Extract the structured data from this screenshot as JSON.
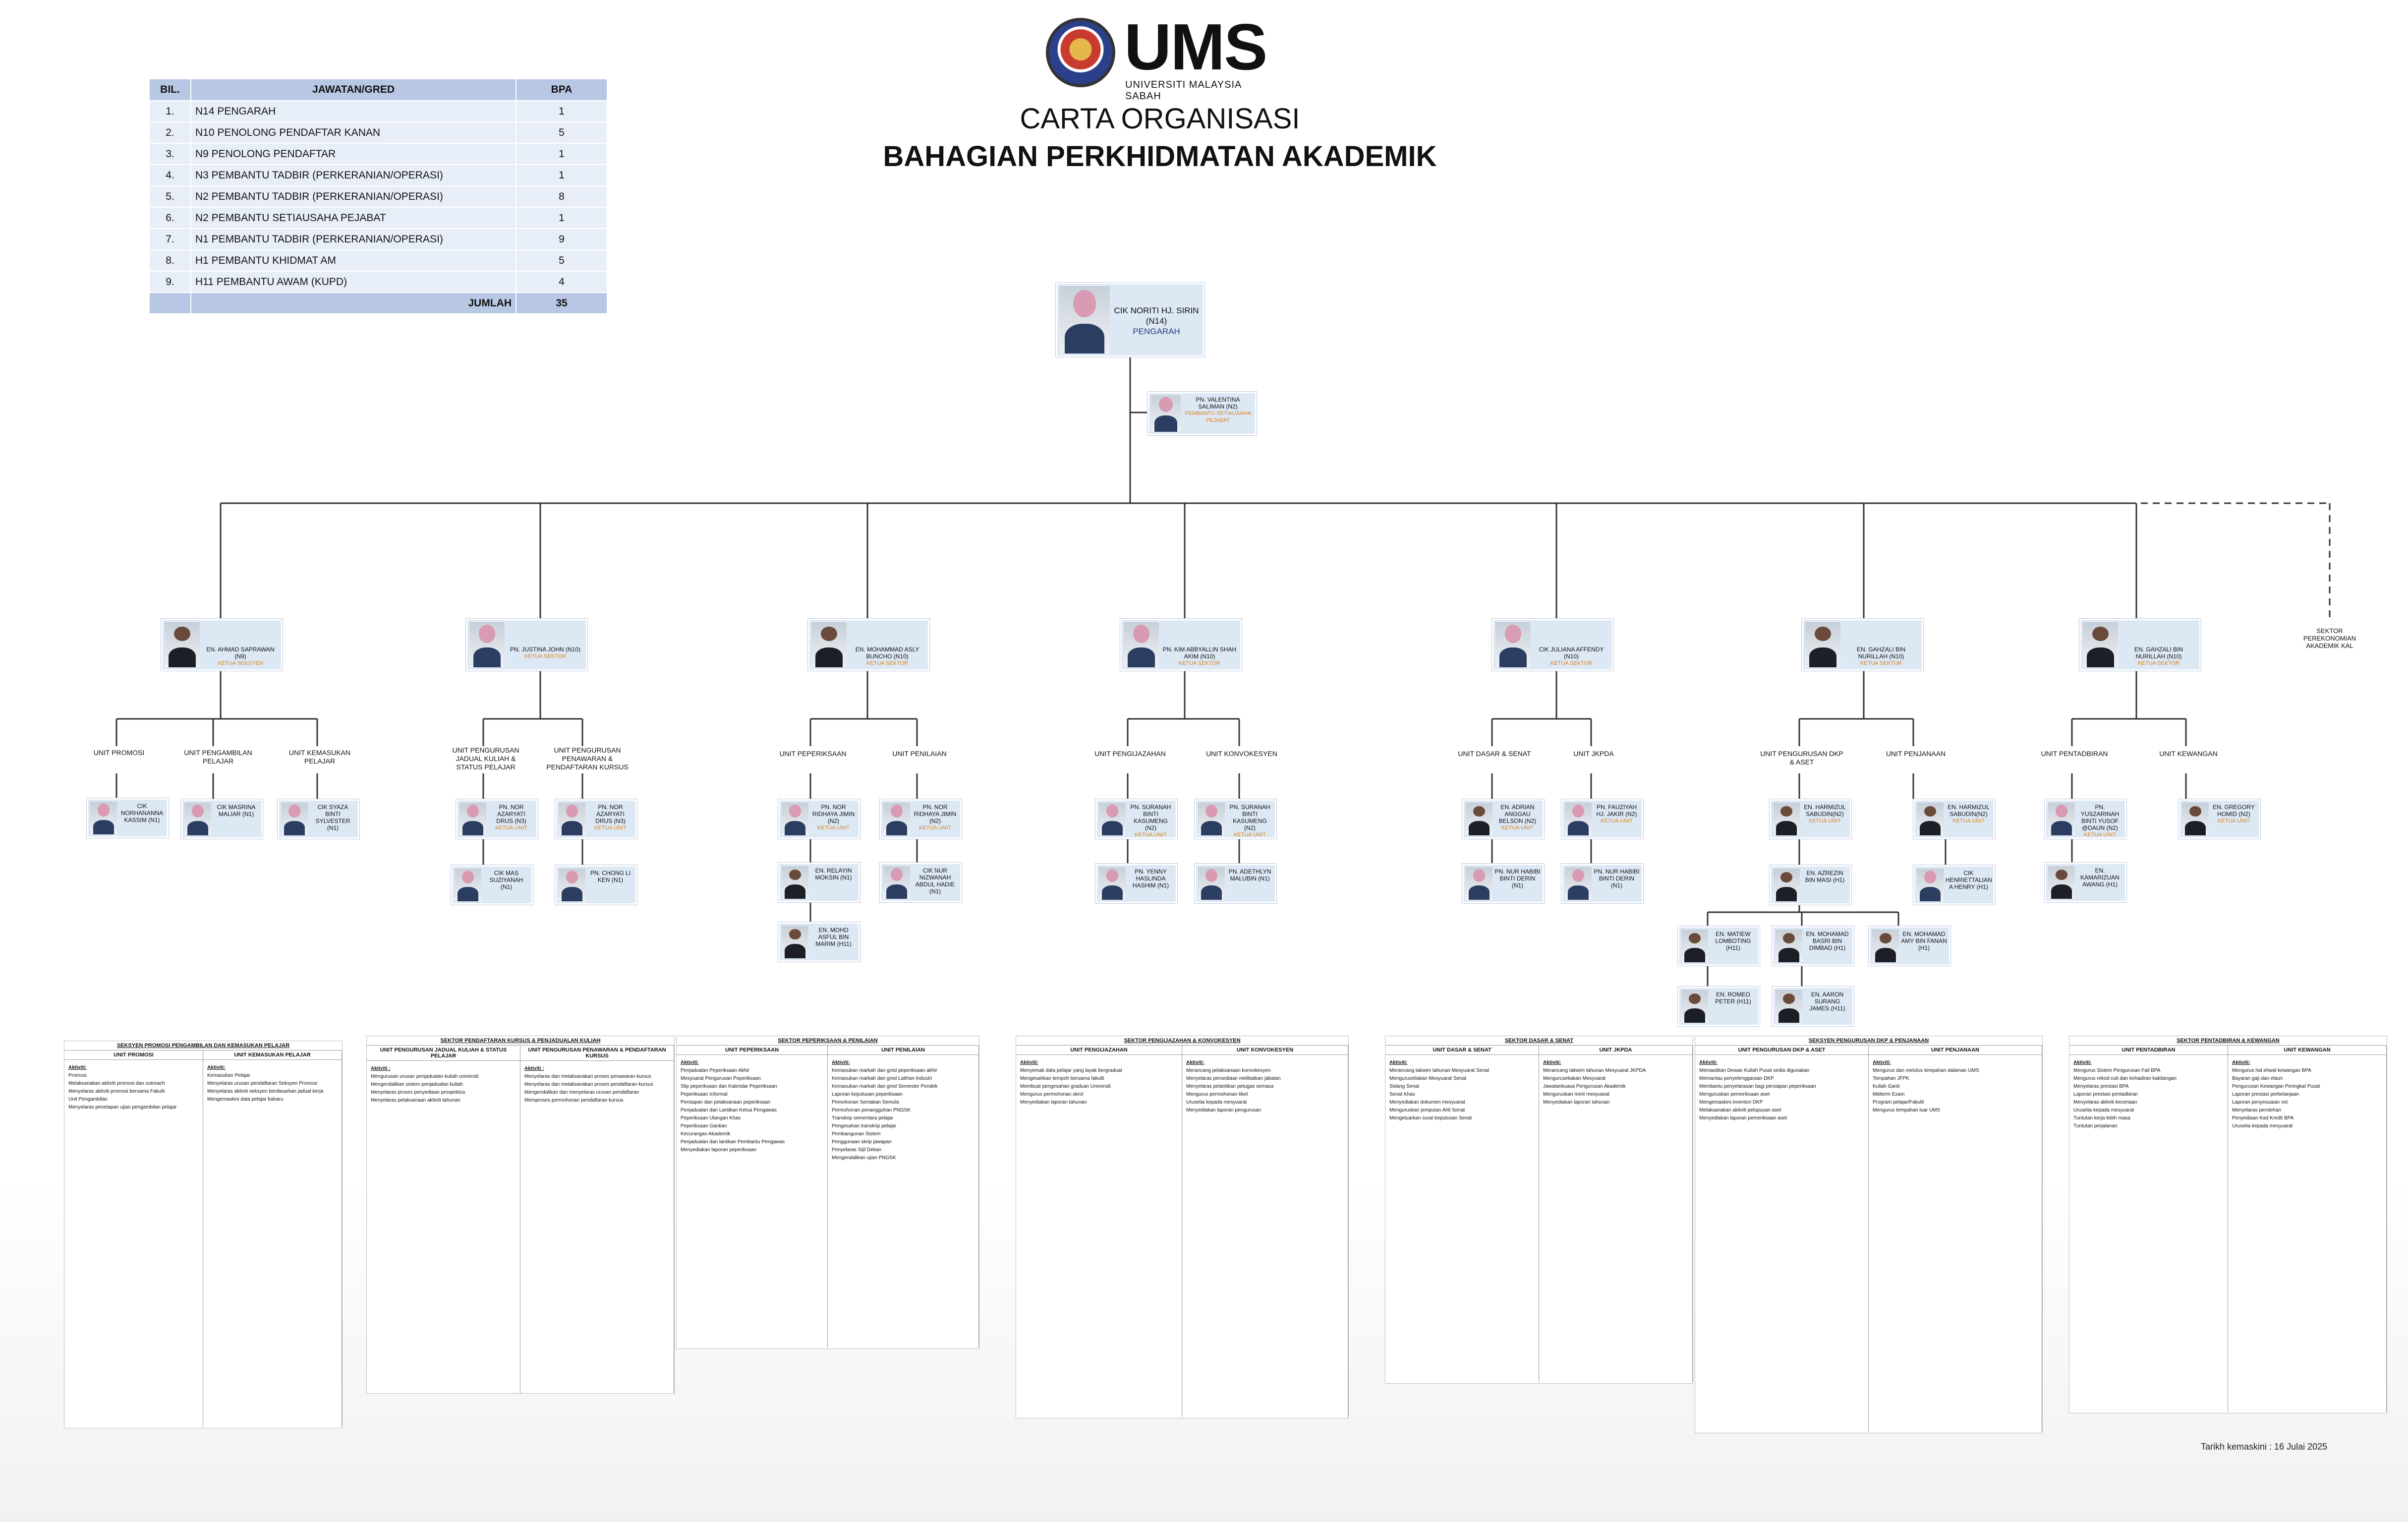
{
  "header": {
    "logo_text": "UMS",
    "logo_sub": "UNIVERSITI MALAYSIA SABAH",
    "title1": "CARTA ORGANISASI",
    "title2": "BAHAGIAN PERKHIDMATAN AKADEMIK"
  },
  "staff_table": {
    "headers": [
      "BIL.",
      "JAWATAN/GRED",
      "BPA"
    ],
    "rows": [
      [
        "1.",
        "N14 PENGARAH",
        "1"
      ],
      [
        "2.",
        "N10 PENOLONG PENDAFTAR KANAN",
        "5"
      ],
      [
        "3.",
        "N9 PENOLONG PENDAFTAR",
        "1"
      ],
      [
        "4.",
        "N3 PEMBANTU TADBIR (PERKERANIAN/OPERASI)",
        "1"
      ],
      [
        "5.",
        "N2 PEMBANTU TADBIR (PERKERANIAN/OPERASI)",
        "8"
      ],
      [
        "6.",
        "N2 PEMBANTU SETIAUSAHA PEJABAT",
        "1"
      ],
      [
        "7.",
        "N1 PEMBANTU TADBIR (PERKERANIAN/OPERASI)",
        "9"
      ],
      [
        "8.",
        "H1 PEMBANTU KHIDMAT AM",
        "5"
      ],
      [
        "9.",
        "H11 PEMBANTU AWAM (KUPD)",
        "4"
      ]
    ],
    "total_label": "JUMLAH",
    "total": "35"
  },
  "director": {
    "name": "CIK NORITI HJ. SIRIN (N14)",
    "role": "PENGARAH"
  },
  "secretary": {
    "name": "PN. VALENTINA SALIMAN (N2)",
    "role": "PEMBANTU SETIAUSAHA PEJABAT"
  },
  "sectors": [
    {
      "title": "SEKSYEN PROMOSI PENGAMBILAN & KEMASUKAN PELAJAR",
      "name": "EN. AHMAD SAPRAWAN (N9)",
      "role": "KETUA SEKSYEN"
    },
    {
      "title": "SEKTOR PENDAFTARAN KURSUS & PENJADUALAN KULIAH",
      "name": "PN. JUSTINA JOHN (N10)",
      "role": "KETUA SEKTOR"
    },
    {
      "title": "SEKTOR PEPERIKSAAN & PENILAIAN",
      "name": "EN. MOHAMMAD ASLY BUNCHO (N10)",
      "role": "KETUA SEKTOR"
    },
    {
      "title": "SEKTOR PENGIJAZAHAN DAN KONVOKESYEN",
      "name": "PN. KIM ABBYALLIN SHAH AKIM (N10)",
      "role": "KETUA SEKTOR"
    },
    {
      "title": "SEKTOR DASAR & SENAT",
      "name": "CIK JULIANA AFFENDY (N10)",
      "role": "KETUA SEKTOR"
    },
    {
      "title": "SEKTOR PENGURUSAN DKP DAN PENJANAAN",
      "name": "EN. GAHZALI BIN NURILLAH (N10)",
      "role": "KETUA SEKTOR"
    },
    {
      "title": "SEKTOR PENTADBIRAN & KEWANGAN",
      "name": "EN. GAHZALI BIN NURILLAH (N10)",
      "role": "KETUA SEKTOR"
    },
    {
      "title": "SEKTOR PEREKONOMIAN AKADEMIK KAL",
      "name": "",
      "role": ""
    }
  ],
  "units": [
    "UNIT PROMOSI",
    "UNIT PENGAMBILAN PELAJAR",
    "UNIT KEMASUKAN PELAJAR",
    "UNIT PENGURUSAN JADUAL KULIAH & STATUS PELAJAR",
    "UNIT PENGURUSAN PENAWARAN & PENDAFTARAN KURSUS",
    "UNIT PEPERIKSAAN",
    "UNIT PENILAIAN",
    "UNIT PENGIJAZAHAN",
    "UNIT KONVOKESYEN",
    "UNIT DASAR & SENAT",
    "UNIT JKPDA",
    "UNIT PENGURUSAN DKP & ASET",
    "UNIT PENJANAAN",
    "UNIT PENTADBIRAN",
    "UNIT KEWANGAN"
  ],
  "staff": [
    {
      "name": "CIK NORHANANNA KASSIM (N1)",
      "role": ""
    },
    {
      "name": "CIK MASRINA MALIAR (N1)",
      "role": ""
    },
    {
      "name": "CIK SYAZA BINTI SYLVESTER (N1)",
      "role": ""
    },
    {
      "name": "PN. NOR AZARYATI DRUS (N3)",
      "role": "KETUA UNIT"
    },
    {
      "name": "PN. NOR AZARYATI DRUS (N3)",
      "role": "KETUA UNIT"
    },
    {
      "name": "CIK MAS SUZIYANAH (N1)",
      "role": ""
    },
    {
      "name": "PN. CHONG LI KEN (N1)",
      "role": ""
    },
    {
      "name": "PN. NOR RIDHAYA JIMIN (N2)",
      "role": "KETUA UNIT"
    },
    {
      "name": "PN. NOR RIDHAYA JIMIN (N2)",
      "role": "KETUA UNIT"
    },
    {
      "name": "EN. RELAYIN MOKSIN (N1)",
      "role": ""
    },
    {
      "name": "CIK NUR NIZWANAH ABDUL HADIE (N1)",
      "role": ""
    },
    {
      "name": "EN. MOHD ASFUL BIN MARIM (H11)",
      "role": ""
    },
    {
      "name": "PN. SURANAH BINTI KASUMENG (N2)",
      "role": "KETUA UNIT"
    },
    {
      "name": "PN. SURANAH BINTI KASUMENG (N2)",
      "role": "KETUA UNIT"
    },
    {
      "name": "PN. YENNY HASLINDA HASHIM (N1)",
      "role": ""
    },
    {
      "name": "PN. ADETHLYN MALUBIN (N1)",
      "role": ""
    },
    {
      "name": "EN. ADRIAN ANGGAU BELSON (N2)",
      "role": "KETUA UNIT"
    },
    {
      "name": "PN. FAUZIYAH HJ. JAKIR (N2)",
      "role": "KETUA UNIT"
    },
    {
      "name": "PN. NUR HABIBI BINTI DERIN (N1)",
      "role": ""
    },
    {
      "name": "PN. NUR HABIBI BINTI DERIN (N1)",
      "role": ""
    },
    {
      "name": "EN. HARMIZUL SABUDIN(N2)",
      "role": "KETUA UNIT"
    },
    {
      "name": "EN. HARMIZUL SABUDIN(N2)",
      "role": "KETUA UNIT"
    },
    {
      "name": "EN. AZREZIN BIN MASI (H1)",
      "role": ""
    },
    {
      "name": "CIK HENRIETTALIAN A HENRY (H1)",
      "role": ""
    },
    {
      "name": "EN. MATIEW LOMBOTING (H11)",
      "role": ""
    },
    {
      "name": "EN. MOHAMAD BASRI BIN DIMBAD (H1)",
      "role": ""
    },
    {
      "name": "EN. MOHAMAD AMY BIN FANAN (H1)",
      "role": ""
    },
    {
      "name": "EN. ROMEO PETER (H11)",
      "role": ""
    },
    {
      "name": "EN. AARON SURANG JAMES (H11)",
      "role": ""
    },
    {
      "name": "PN. YUSZARINAH BINTI YUSOF @DAUN (N2)",
      "role": "KETUA UNIT"
    },
    {
      "name": "EN. GREGORY HOMID (N2)",
      "role": "KETUA UNIT"
    },
    {
      "name": "EN. KAMARIZUAN AWANG (H1)",
      "role": ""
    }
  ],
  "activities": [
    {
      "title": "SEKSYEN PROMOSI PENGAMBILAN DAN KEMASUKAN PELAJAR",
      "cols": [
        "UNIT PROMOSI",
        "UNIT KEMASUKAN PELAJAR"
      ],
      "label": "Aktiviti:",
      "items": [
        [
          "Promosi",
          "Melaksanakan aktiviti promosi dan outreach",
          "Menyelaras aktiviti promosi bersama Fakulti",
          "Unit Pengambilan",
          "Menyelaras penetapan ujian pengambilan pelajar"
        ],
        [
          "Kemasukan Pelajar",
          "Menyelaras urusan pendaftaran Seksyen Promosi",
          "Menyelaras aktiviti seksyen berdasarkan jadual kerja",
          "Mengemaskini data pelajar baharu"
        ]
      ]
    },
    {
      "title": "SEKTOR PENDAFTARAN KURSUS & PENJADUALAN KULIAH",
      "cols": [
        "UNIT PENGURUSAN JADUAL KULIAH & STATUS PELAJAR",
        "UNIT PENGURUSAN PENAWARAN & PENDAFTARAN KURSUS"
      ],
      "label": "Aktiviti :",
      "items": [
        [
          "Mengurusan urusan penjadualan kuliah universiti",
          "Mengendalikan sistem penjadualan kuliah",
          "Menyelaras proses penyediaan prospektus",
          "Menyelaras pelaksanaan aktiviti tahunan"
        ],
        [
          "Menyelaras dan melaksanakan proses penawaran kursus",
          "Menyelaras dan melaksanakan proses pendaftaran kursus",
          "Mengendalikan dan menyelaras urusan pendaftaran",
          "Memproses permohonan pendaftaran kursus"
        ]
      ]
    },
    {
      "title": "SEKTOR PEPERIKSAAN & PENILAIAN",
      "cols": [
        "UNIT PEPERIKSAAN",
        "UNIT PENILAIAN"
      ],
      "label": "Aktiviti:",
      "items": [
        [
          "Penjadualan Peperiksaan Akhir",
          "Mesyuarat Pengurusan Peperiksaan",
          "Slip peperiksaan dan Kalendar Peperiksaan",
          "Peperiksaan Informal",
          "Persiapan dan pelaksanaan peperiksaan",
          "Penjadualan dan Lantikan Ketua Pengawas",
          "Peperiksaan Ulangan Khas",
          "Peperiksaan Gantian",
          "Kecurangan Akademik",
          "Penjadualan dan lantikan Pembantu Pengawas",
          "Menyediakan laporan peperiksaan"
        ],
        [
          "Kemasukan markah dan gred peperiksaan akhir",
          "Kemasukan markah dan gred Latihan Industri",
          "Kemasukan markah dan gred Semester Pendek",
          "Laporan keputusan peperiksaan",
          "Pemohonan Semakan Semula",
          "Permohonan penangguhan PNGSK",
          "Transkrip sementara pelajar",
          "Pengesahan transkrip pelajar",
          "Pembangunan Sistem",
          "Penggunaan skrip jawapan",
          "Penyelaras Sijil Dekan",
          "Mengendalikan ujian PNGSK"
        ]
      ]
    },
    {
      "title": "SEKTOR PENGIJAZAHAN & KONVOKESYEN",
      "cols": [
        "UNIT PENGIJAZAHAN",
        "UNIT KONVOKESYEN"
      ],
      "label": "Aktiviti:",
      "items": [
        [
          "Menyemak data pelajar yang layak bergraduat",
          "Mengesahkan tempoh bersama fakulti",
          "Membuat pengesahan graduan Universiti",
          "Mengurus permohonan skrol",
          "Menyediakan laporan tahunan"
        ],
        [
          "Merancang pelaksanaan konvokesyen",
          "Menyelaras persediaan melibatkan jabatan",
          "Menyelaras pelantikan petugas semasa",
          "Mengurus permohonan tiket",
          "Urusetia kepada mesyuarat",
          "Menyediakan laporan pengurusan"
        ]
      ]
    },
    {
      "title": "SEKTOR DASAR & SENAT",
      "cols": [
        "UNIT DASAR & SENAT",
        "UNIT JKPDA"
      ],
      "label": "Aktiviti:",
      "items": [
        [
          "Merancang takwim tahunan Mesyuarat Senat",
          "Mengurusetiakan Mesyuarat Senat",
          "Sidang Senat",
          "Senat Khas",
          "Menyediakan dokumen mesyuarat",
          "Menguruskan jemputan Ahli Senat",
          "Mengeluarkan surat keputusan Senat"
        ],
        [
          "Merancang takwim tahunan Mesyuarat JKPDA",
          "Mengurusetiakan Mesyuarat",
          "Jawatankuasa Pengurusan Akademik",
          "Menguruskan minit mesyuarat",
          "Menyediakan laporan tahunan"
        ]
      ]
    },
    {
      "title": "SEKSYEN PENGURUSAN DKP & PENJANAAN",
      "cols": [
        "UNIT PENGURUSAN DKP & ASET",
        "UNIT PENJANAAN"
      ],
      "label": "Aktiviti:",
      "items": [
        [
          "Memastikan Dewan Kuliah Pusat sedia digunakan",
          "Memantau penyelenggaraan DKP",
          "Membantu penyelarasan bagi persiapan peperiksaan",
          "Menguruskan pemeriksaan aset",
          "Mengemaskini inventori DKP",
          "Melaksanakan aktiviti pelupusan aset",
          "Menyediakan laporan pemeriksaan aset"
        ],
        [
          "Mengurus dan melulus tempahan dalaman UMS",
          "Tempahan JFPK",
          "Kuliah Ganti",
          "Midterm Exam",
          "Program pelajar/Fakulti",
          "Mengurus tempahan luar UMS"
        ]
      ]
    },
    {
      "title": "SEKTOR PENTADBIRAN & KEWANGAN",
      "cols": [
        "UNIT PENTADBIRAN",
        "UNIT KEWANGAN"
      ],
      "label": "Aktiviti:",
      "items": [
        [
          "Mengurus Sistem Pengurusan Fail BPA",
          "Mengurus rekod cuti dan kehadiran kakitangan",
          "Menyelaras prestasi BPA",
          "Laporan prestasi pentadbiran",
          "Menyelaras aktiviti keceriaan",
          "Urusetia kepada mesyuarat",
          "Tuntutan kerja lebih masa",
          "Tuntutan perjalanan"
        ],
        [
          "Mengurus hal ehwal kewangan BPA",
          "Bayaran gaji dan elaun",
          "Pengurusan Kewangan Peringkat Pusat",
          "Laporan prestasi perbelanjaan",
          "Laporan penyesuaian vot",
          "Menyelaras perolehan",
          "Penyediaan Kad Kredit BPA",
          "Urusetia kepada mesyuarat"
        ]
      ]
    }
  ],
  "footer": {
    "date": "Tarikh kemaskini : 16 Julai 2025"
  }
}
